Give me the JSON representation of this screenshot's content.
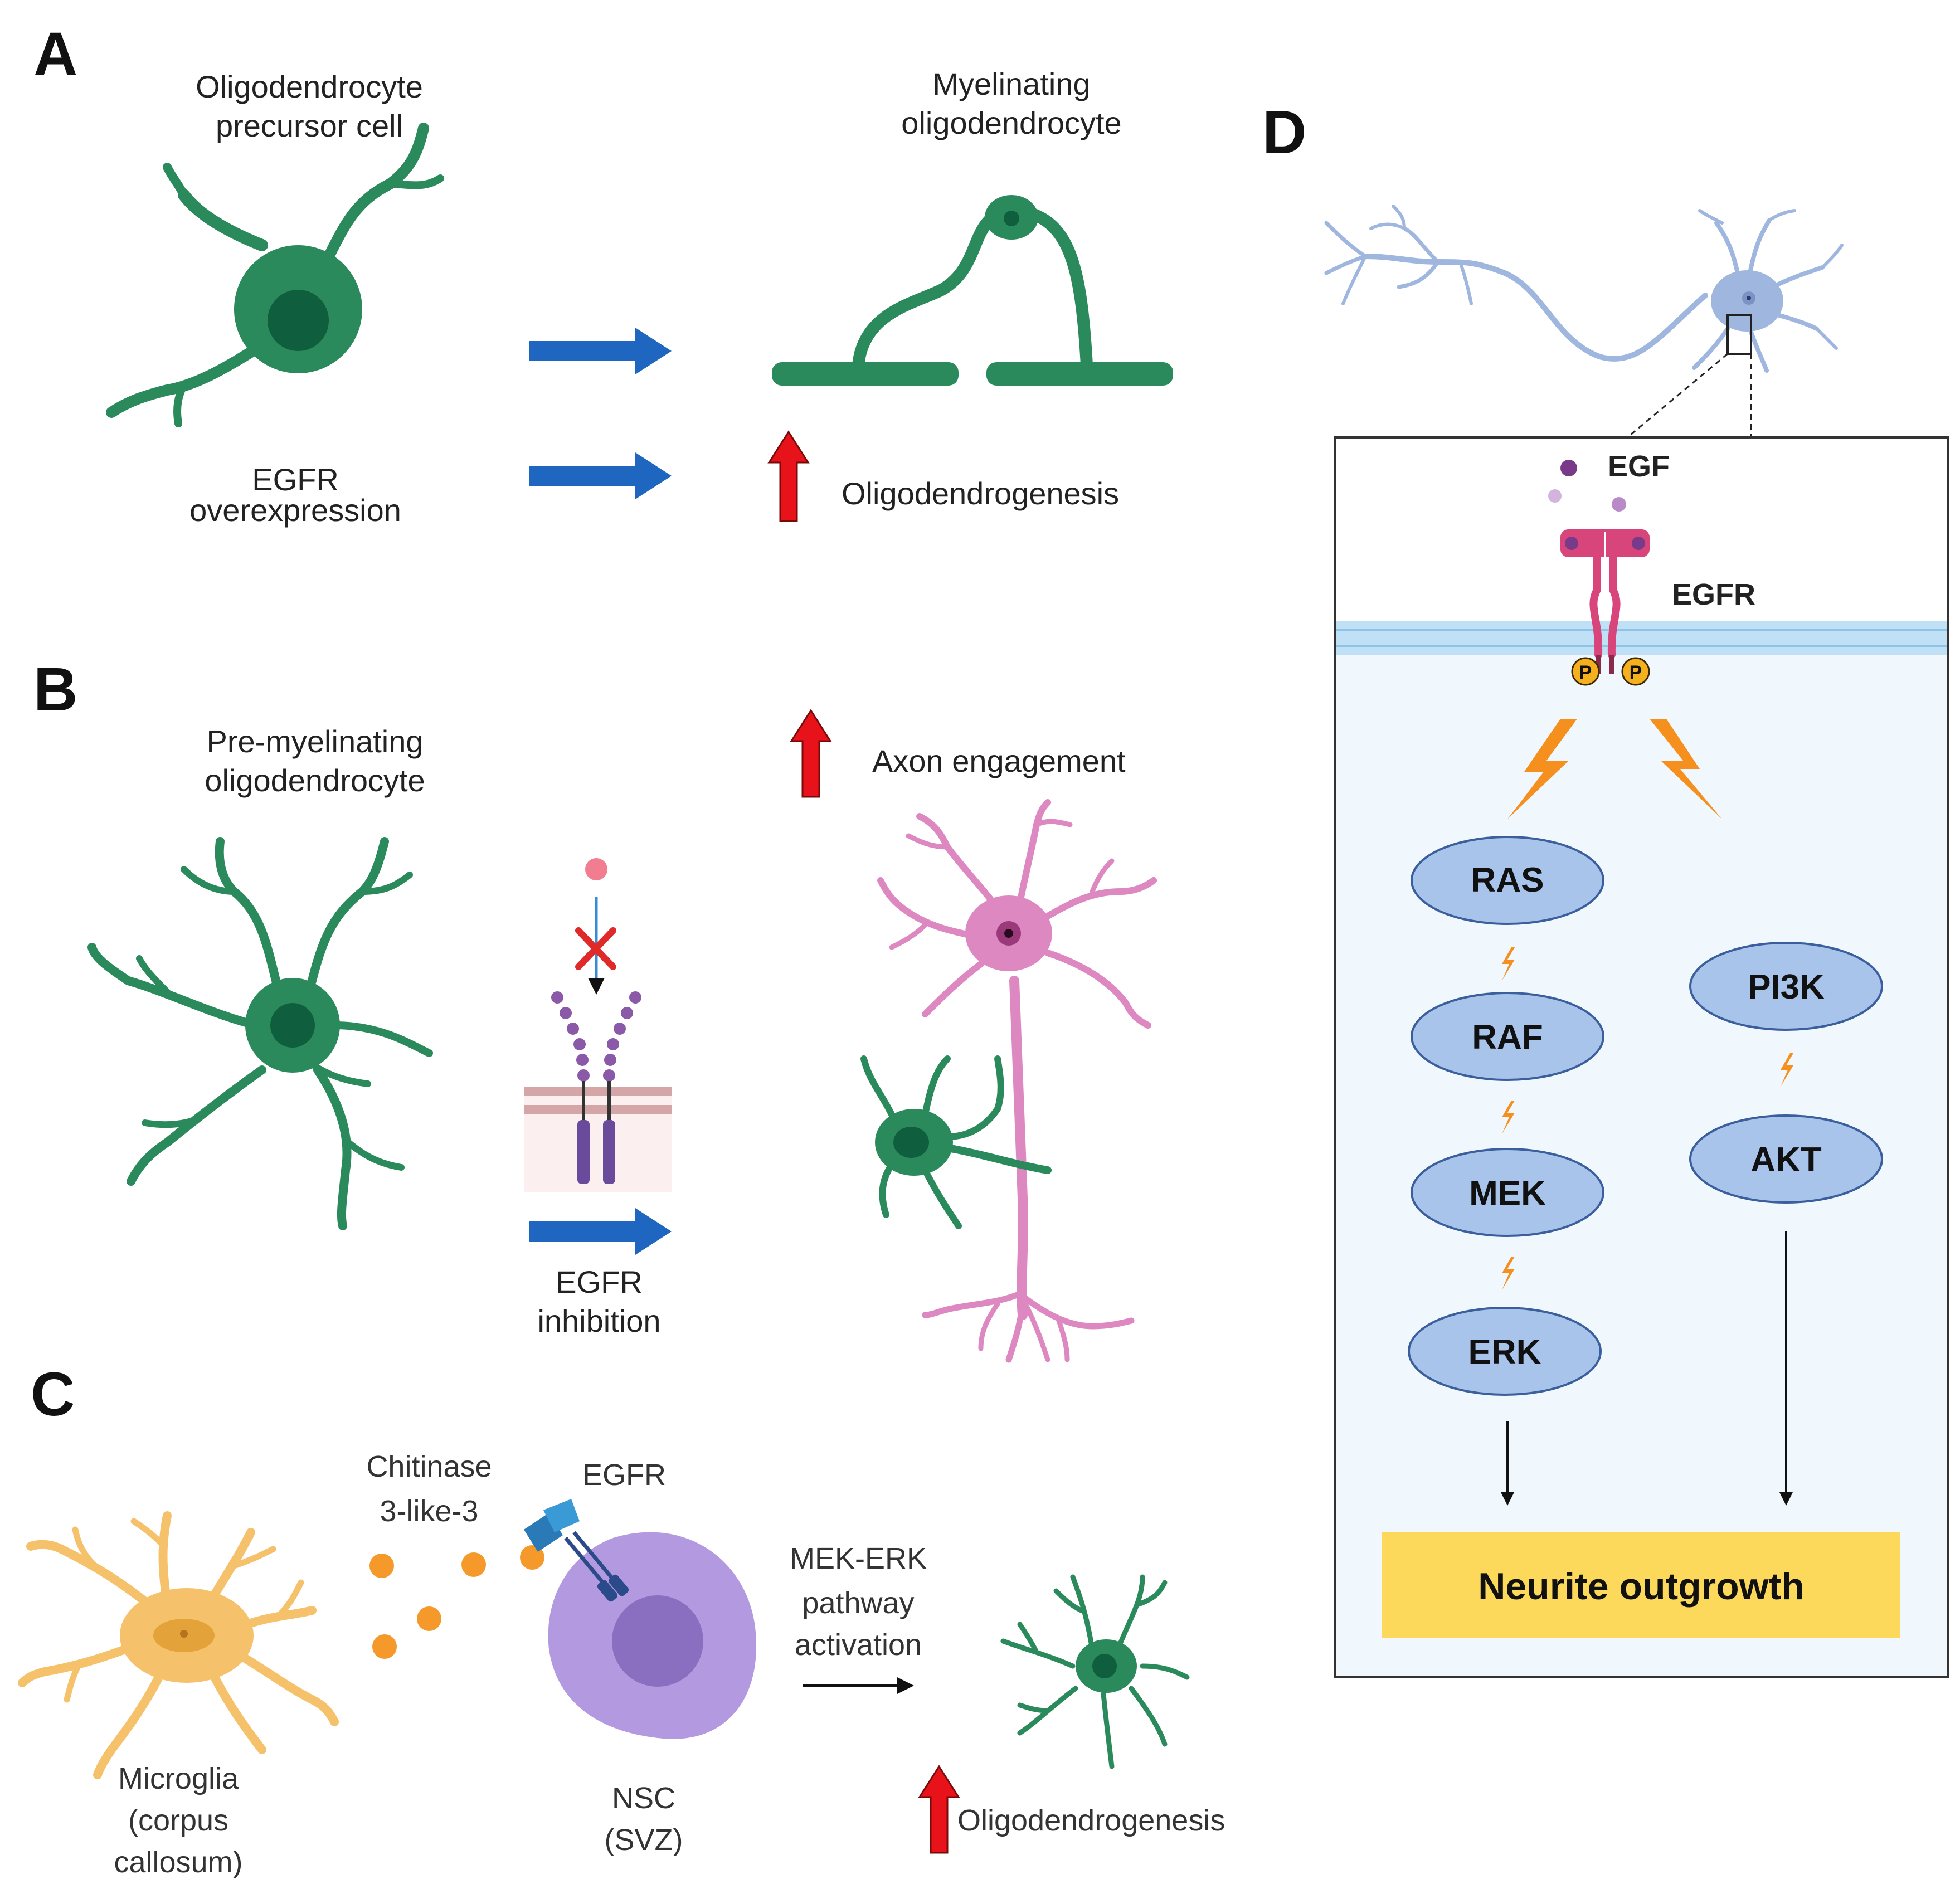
{
  "panels": {
    "A": {
      "letter": "A",
      "opc_label": [
        "Oligodendrocyte",
        "precursor cell"
      ],
      "myelinating_label": [
        "Myelinating",
        "oligodendrocyte"
      ],
      "egfr_label": [
        "EGFR",
        "overexpression"
      ],
      "result_label": "Oligodendrogenesis"
    },
    "B": {
      "letter": "B",
      "premyelin_label": [
        "Pre-myelinating",
        "oligodendrocyte"
      ],
      "axon_label": "Axon engagement",
      "inhibition_label": [
        "EGFR",
        "inhibition"
      ]
    },
    "C": {
      "letter": "C",
      "chitinase_label": [
        "Chitinase",
        "3-like-3"
      ],
      "egfr_label": "EGFR",
      "pathway_label": [
        "MEK-ERK",
        "pathway",
        "activation"
      ],
      "microglia_label": [
        "Microglia",
        "(corpus",
        "callosum)"
      ],
      "nsc_label": [
        "NSC",
        "(SVZ)"
      ],
      "result_label": "Oligodendrogenesis"
    },
    "D": {
      "letter": "D",
      "egf_label": "EGF",
      "egfr_label": "EGFR",
      "phospho_label": "P",
      "nodes": {
        "ras": "RAS",
        "raf": "RAF",
        "mek": "MEK",
        "erk": "ERK",
        "pi3k": "PI3K",
        "akt": "AKT"
      },
      "outcome": "Neurite outgrowth"
    }
  },
  "colors": {
    "oligo_green": "#2a8a5c",
    "oligo_dark": "#0f5e3d",
    "blue_arrow": "#1f66c1",
    "red_arrow": "#e8131a",
    "neuron_pink": "#dd88c0",
    "microglia_orange": "#f5c26b",
    "nsc_purple": "#b39ae0",
    "node_fill": "#a9c4ea",
    "node_stroke": "#3a5f9c",
    "outcome_fill": "#fcd95a",
    "bolt_orange": "#f5901e",
    "neuron_blue": "#9fb6de"
  }
}
